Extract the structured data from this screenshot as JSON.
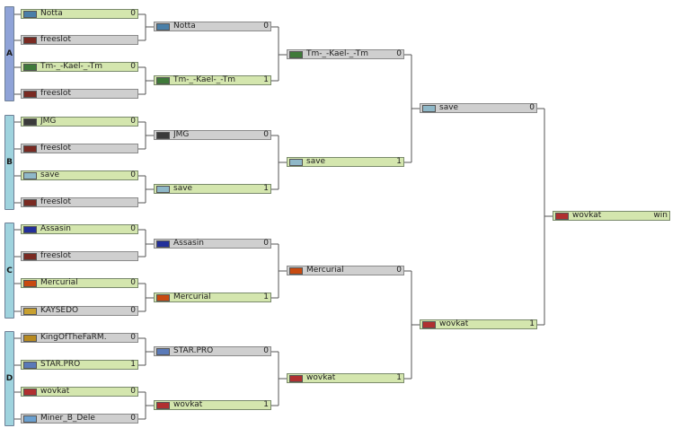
{
  "groups": [
    {
      "label": "A",
      "color": "#8fa3d8"
    },
    {
      "label": "B",
      "color": "#9fd3de"
    },
    {
      "label": "C",
      "color": "#9fd3de"
    },
    {
      "label": "D",
      "color": "#9fd3de"
    }
  ],
  "round1": [
    {
      "name": "Notta",
      "score": "0",
      "win": true,
      "flag": "notta-icon"
    },
    {
      "name": "freeslot",
      "score": "",
      "win": false,
      "flag": "freeslot-icon"
    },
    {
      "name": "Tm-_-Kael-_-Tm",
      "score": "0",
      "win": true,
      "flag": "tm-icon"
    },
    {
      "name": "freeslot",
      "score": "",
      "win": false,
      "flag": "freeslot-icon"
    },
    {
      "name": "JMG",
      "score": "0",
      "win": true,
      "flag": "jmg-icon"
    },
    {
      "name": "freeslot",
      "score": "",
      "win": false,
      "flag": "freeslot-icon"
    },
    {
      "name": "save",
      "score": "0",
      "win": true,
      "flag": "save-icon"
    },
    {
      "name": "freeslot",
      "score": "",
      "win": false,
      "flag": "freeslot-icon"
    },
    {
      "name": "Assasin",
      "score": "0",
      "win": true,
      "flag": "eu-icon"
    },
    {
      "name": "freeslot",
      "score": "",
      "win": false,
      "flag": "freeslot-icon"
    },
    {
      "name": "Mercurial",
      "score": "0",
      "win": true,
      "flag": "mercurial-icon"
    },
    {
      "name": "KAYSEDO",
      "score": "0",
      "win": false,
      "flag": "kaysedo-icon"
    },
    {
      "name": "KingOfTheFaRM.",
      "score": "0",
      "win": false,
      "flag": "king-icon"
    },
    {
      "name": "STAR.PRO",
      "score": "1",
      "win": true,
      "flag": "star-icon"
    },
    {
      "name": "wovkat",
      "score": "0",
      "win": true,
      "flag": "wovkat-icon"
    },
    {
      "name": "Miner_B_Dele",
      "score": "0",
      "win": false,
      "flag": "miner-icon"
    }
  ],
  "round2": [
    {
      "name": "Notta",
      "score": "0",
      "win": false,
      "flag": "notta-icon"
    },
    {
      "name": "Tm-_-Kael-_-Tm",
      "score": "1",
      "win": true,
      "flag": "tm-icon"
    },
    {
      "name": "JMG",
      "score": "0",
      "win": false,
      "flag": "jmg-icon"
    },
    {
      "name": "save",
      "score": "1",
      "win": true,
      "flag": "save-icon"
    },
    {
      "name": "Assasin",
      "score": "0",
      "win": false,
      "flag": "eu-icon"
    },
    {
      "name": "Mercurial",
      "score": "1",
      "win": true,
      "flag": "mercurial-icon"
    },
    {
      "name": "STAR.PRO",
      "score": "0",
      "win": false,
      "flag": "star-icon"
    },
    {
      "name": "wovkat",
      "score": "1",
      "win": true,
      "flag": "wovkat-icon"
    }
  ],
  "round3": [
    {
      "name": "Tm-_-Kael-_-Tm",
      "score": "0",
      "win": false,
      "flag": "tm-icon"
    },
    {
      "name": "save",
      "score": "1",
      "win": true,
      "flag": "save-icon"
    },
    {
      "name": "Mercurial",
      "score": "0",
      "win": false,
      "flag": "mercurial-icon"
    },
    {
      "name": "wovkat",
      "score": "1",
      "win": true,
      "flag": "wovkat-icon"
    }
  ],
  "round4": [
    {
      "name": "save",
      "score": "0",
      "win": false,
      "flag": "save-icon"
    },
    {
      "name": "wovkat",
      "score": "1",
      "win": true,
      "flag": "wovkat-icon"
    }
  ],
  "final": [
    {
      "name": "wovkat",
      "score": "win",
      "win": true,
      "flag": "wovkat-icon"
    }
  ],
  "flag_colors": {
    "notta-icon": "#4a7fa8",
    "freeslot-icon": "#7a2a22",
    "tm-icon": "#3f7a3a",
    "jmg-icon": "#3a3a3a",
    "save-icon": "#8fb8c8",
    "eu-icon": "#23309a",
    "mercurial-icon": "#c84a10",
    "kaysedo-icon": "#c8a030",
    "king-icon": "#b88a20",
    "star-icon": "#5a7ab8",
    "wovkat-icon": "#b03030",
    "miner-icon": "#6aa0d0"
  }
}
